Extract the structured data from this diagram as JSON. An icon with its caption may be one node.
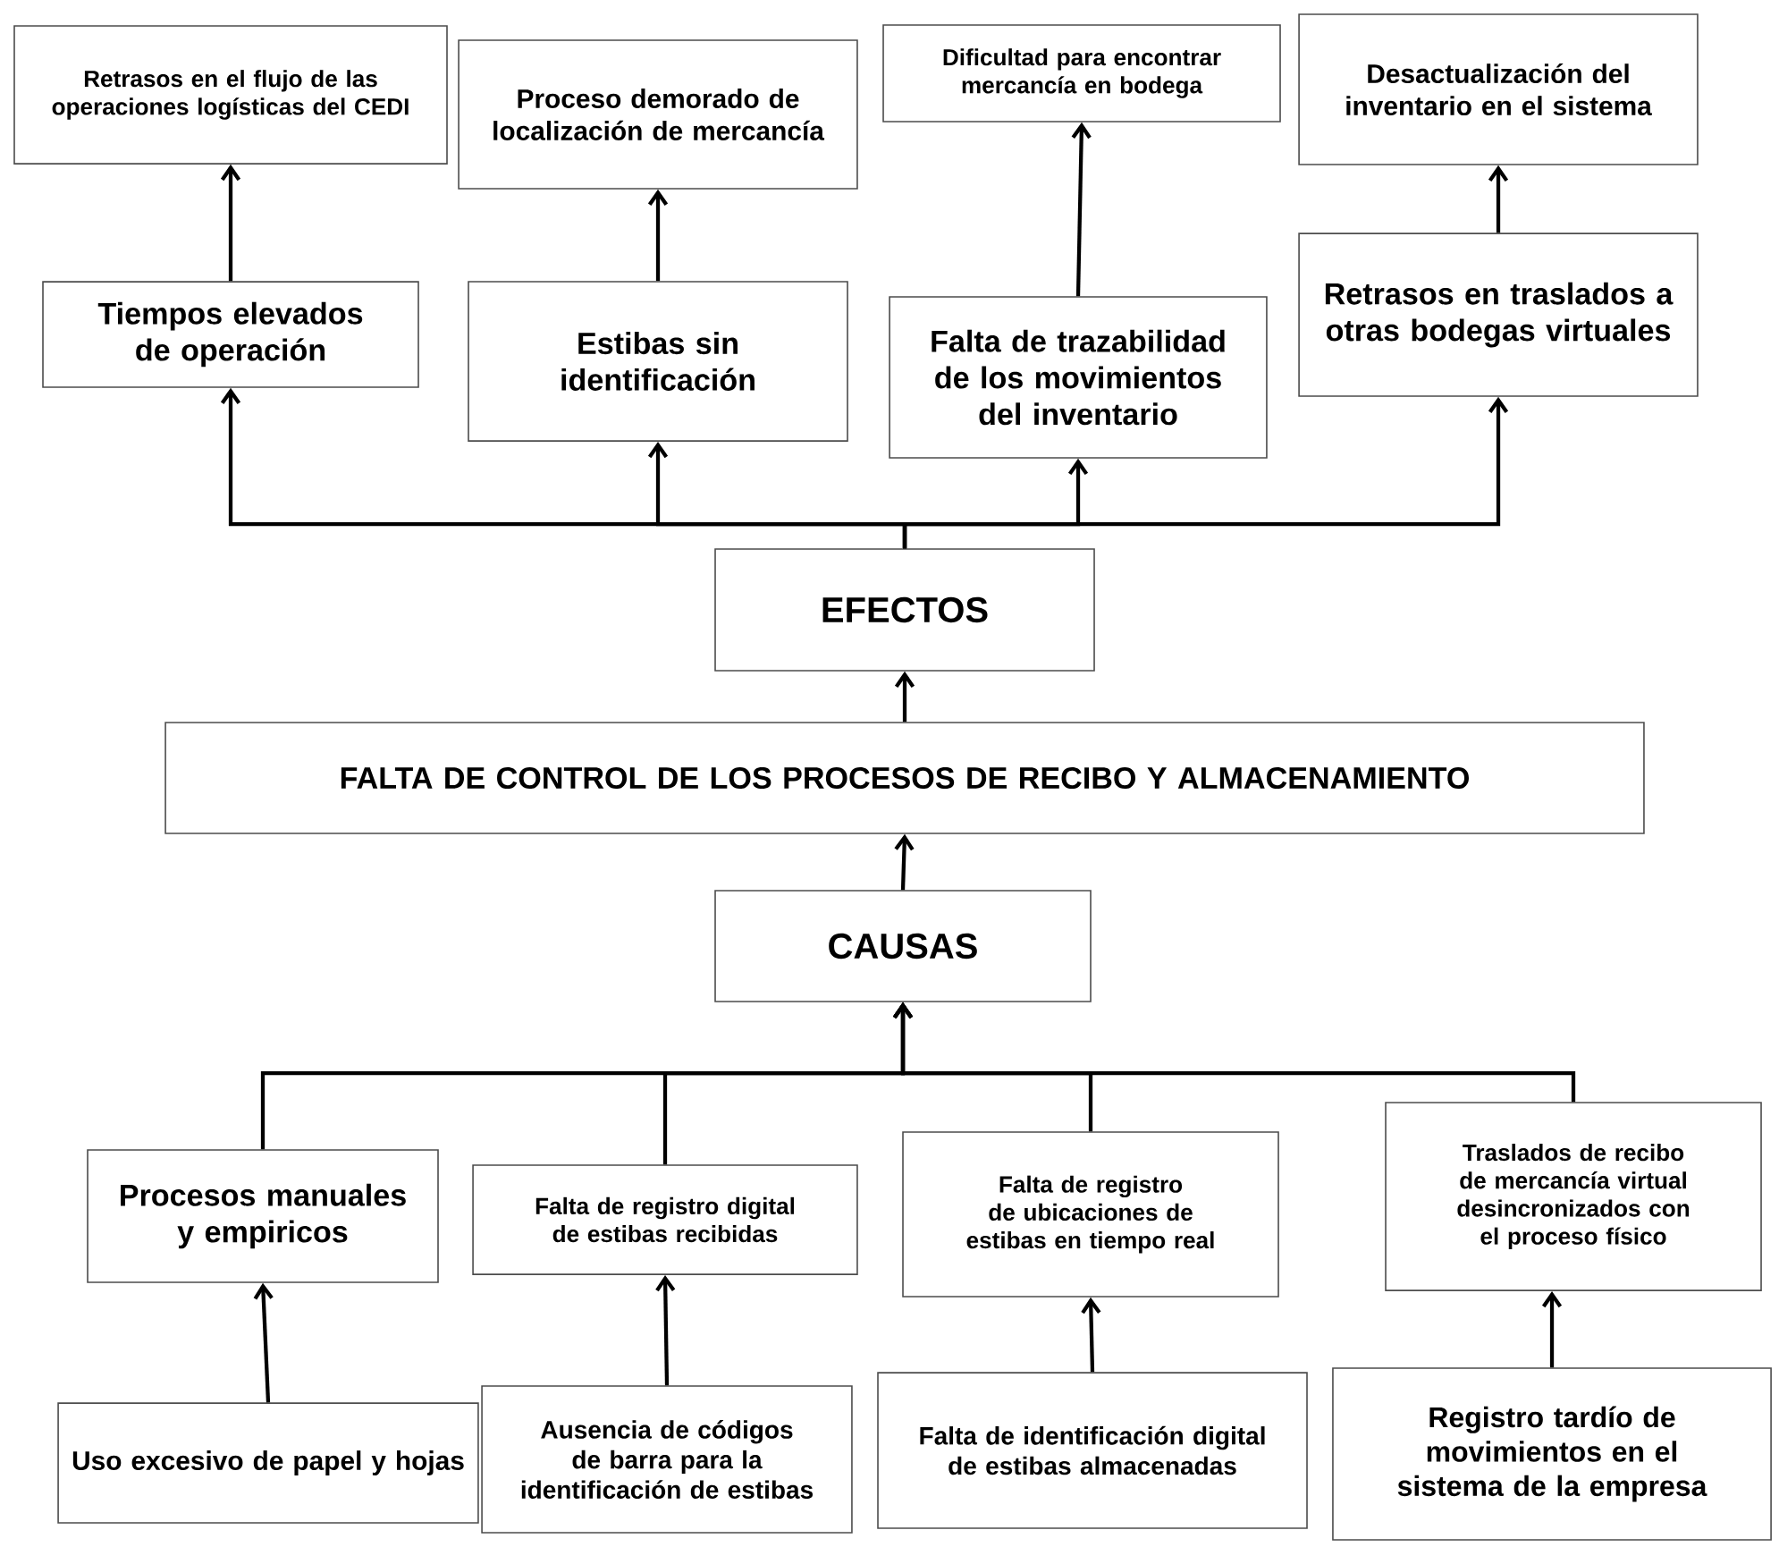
{
  "diagram": {
    "nodes": [
      {
        "text": [
          "Retrasos en el flujo de las operaciones logísticas del CEDI"
        ]
      },
      {
        "text": [
          "Proceso demorado de localización de mercancía"
        ]
      },
      {
        "text": [
          "Dificultad para encontrar mercancía en bodega"
        ]
      },
      {
        "text": [
          "Desactualización del inventario en el sistema"
        ]
      },
      {
        "text": [
          "Tiempos elevados de operación"
        ]
      },
      {
        "text": [
          "Estibas sin identificación"
        ]
      },
      {
        "text": [
          "Falta de trazabilidad de los movimientos del inventario"
        ]
      },
      {
        "text": [
          "Retrasos en traslados a otras bodegas virtuales"
        ]
      },
      {
        "text": [
          "EFECTOS"
        ]
      },
      {
        "text": [
          "FALTA DE CONTROL DE LOS PROCESOS DE RECIBO Y ALMACENAMIENTO"
        ]
      },
      {
        "text": [
          "CAUSAS"
        ]
      },
      {
        "text": [
          "Procesos manuales y empiricos"
        ]
      },
      {
        "text": [
          "Falta de registro digital de estibas recibidas"
        ]
      },
      {
        "text": [
          "Falta de registro de ubicaciones de estibas en tiempo real"
        ]
      },
      {
        "text": [
          "Traslados de recibo de mercancía virtual desincronizados con el proceso físico"
        ]
      },
      {
        "text": [
          "Uso excesivo de papel y hojas"
        ]
      },
      {
        "text": [
          "Ausencia de códigos de barra para la identificación de estibas"
        ]
      },
      {
        "text": [
          "Falta de identificación digital de estibas almacenadas"
        ]
      },
      {
        "text": [
          "Registro tardío de movimientos en el sistema de la empresa"
        ]
      }
    ],
    "edges": [
      {
        "from": 4,
        "to": 0,
        "arrow": "to"
      },
      {
        "from": 5,
        "to": 1,
        "arrow": "to"
      },
      {
        "from": 6,
        "to": 2,
        "arrow": "to"
      },
      {
        "from": 7,
        "to": 3,
        "arrow": "to"
      },
      {
        "from": 8,
        "to": 4,
        "arrow": "to"
      },
      {
        "from": 8,
        "to": 5,
        "arrow": "to"
      },
      {
        "from": 8,
        "to": 6,
        "arrow": "to"
      },
      {
        "from": 8,
        "to": 7,
        "arrow": "to"
      },
      {
        "from": 9,
        "to": 8,
        "arrow": "to"
      },
      {
        "from": 10,
        "to": 9,
        "arrow": "to"
      },
      {
        "from": 11,
        "to": 10,
        "arrow": "to"
      },
      {
        "from": 12,
        "to": 10,
        "arrow": "to"
      },
      {
        "from": 13,
        "to": 10,
        "arrow": "to"
      },
      {
        "from": 14,
        "to": 10,
        "arrow": "to"
      },
      {
        "from": 15,
        "to": 11,
        "arrow": "to"
      },
      {
        "from": 16,
        "to": 12,
        "arrow": "to"
      },
      {
        "from": 17,
        "to": 13,
        "arrow": "to"
      },
      {
        "from": 18,
        "to": 14,
        "arrow": "to"
      }
    ]
  }
}
